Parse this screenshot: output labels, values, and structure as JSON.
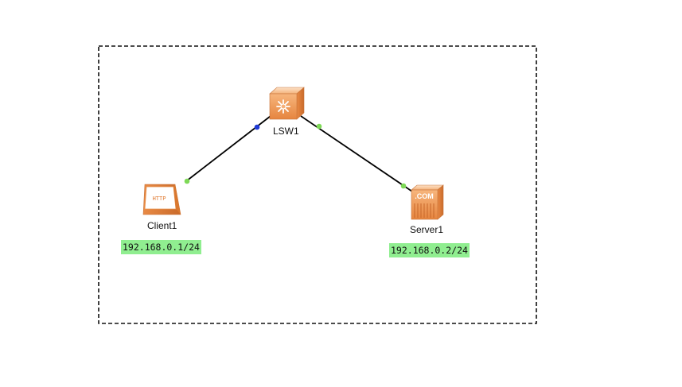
{
  "devices": {
    "switch": {
      "label": "LSW1",
      "icon": "switch-icon"
    },
    "client": {
      "label": "Client1",
      "icon": "http-client-icon",
      "icon_text": "HTTP"
    },
    "server": {
      "label": "Server1",
      "icon": "com-server-icon",
      "icon_text": ".COM"
    }
  },
  "ip_labels": {
    "client": "192.168.0.1/24",
    "server": "192.168.0.2/24"
  },
  "colors": {
    "device_orange": "#f0a060",
    "port_up_green": "#7ed957",
    "port_blue": "#1e3ad6",
    "ip_label_bg": "#90ee90",
    "link_color": "#000000"
  }
}
